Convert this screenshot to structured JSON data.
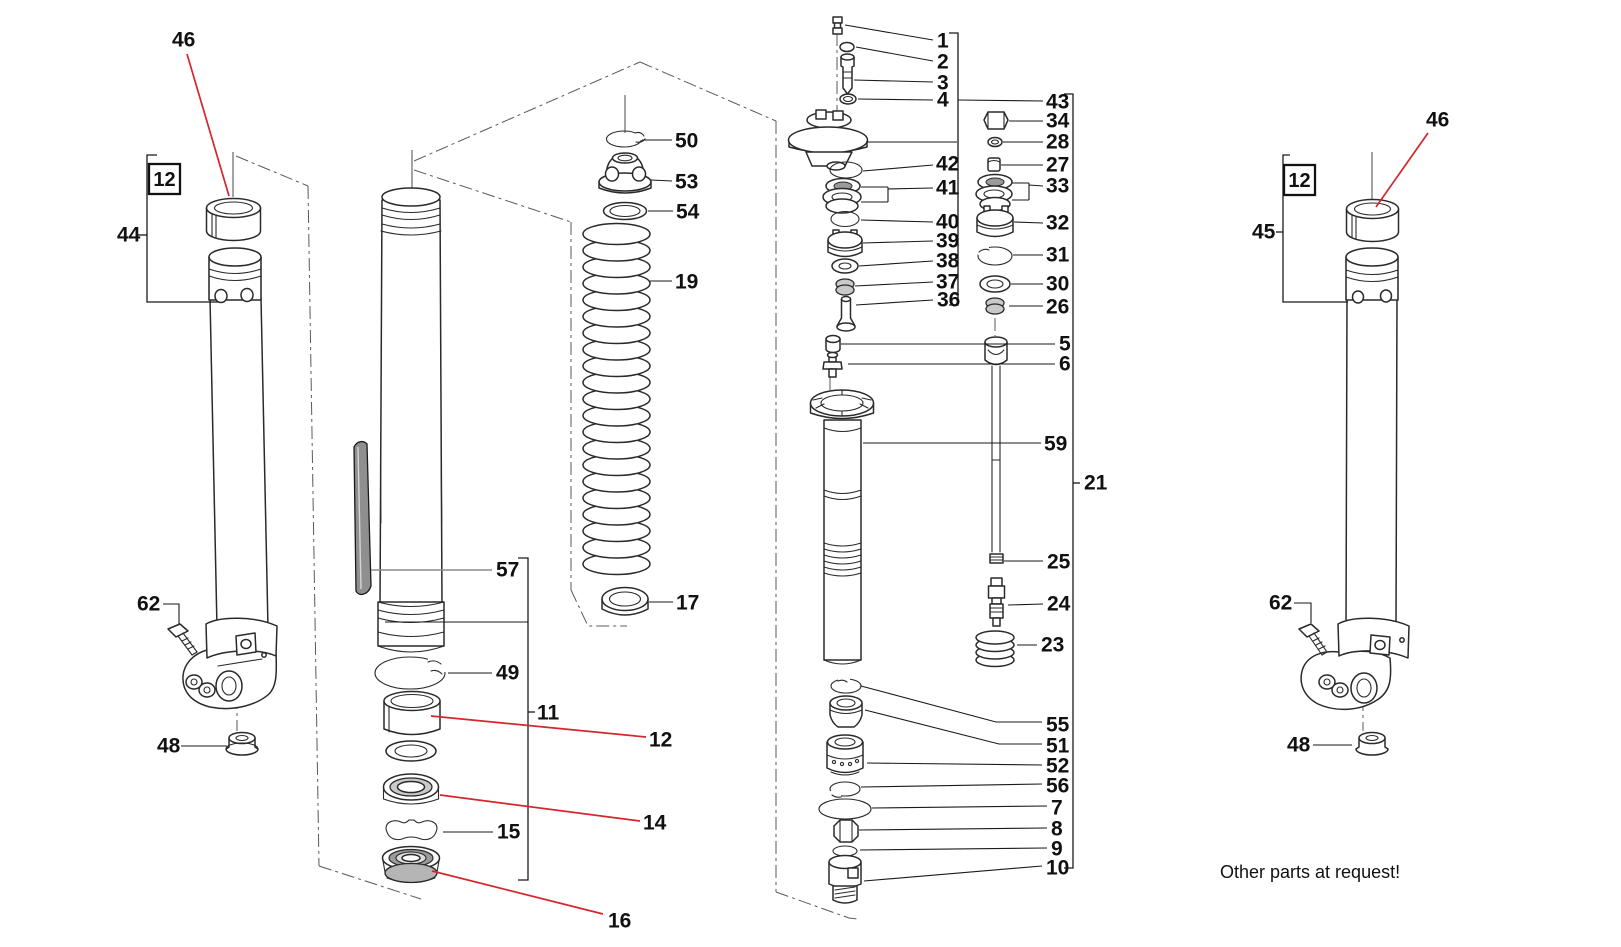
{
  "note": {
    "text": "Other parts at request!"
  },
  "colors": {
    "red_leader": "#d4262b",
    "line": "#2a2a2a",
    "leader": "#1a1a1a",
    "protector_gray": "#8f8f8f"
  },
  "labels": {
    "n1": "1",
    "n2": "2",
    "n3": "3",
    "n4": "4",
    "n5": "5",
    "n6": "6",
    "n7": "7",
    "n8": "8",
    "n9": "9",
    "n10": "10",
    "n11": "11",
    "n12": "12",
    "n14": "14",
    "n15": "15",
    "n16": "16",
    "n17": "17",
    "n19": "19",
    "n21": "21",
    "n23": "23",
    "n24": "24",
    "n25": "25",
    "n26": "26",
    "n27": "27",
    "n28": "28",
    "n30": "30",
    "n31": "31",
    "n32": "32",
    "n33": "33",
    "n34": "34",
    "n36": "36",
    "n37": "37",
    "n38": "38",
    "n39": "39",
    "n40": "40",
    "n41": "41",
    "n42": "42",
    "n43": "43",
    "n44": "44",
    "n45": "45",
    "n46": "46",
    "n48": "48",
    "n49": "49",
    "n50": "50",
    "n51": "51",
    "n52": "52",
    "n53": "53",
    "n54": "54",
    "n55": "55",
    "n56": "56",
    "n57": "57",
    "n59": "59",
    "n62": "62"
  }
}
